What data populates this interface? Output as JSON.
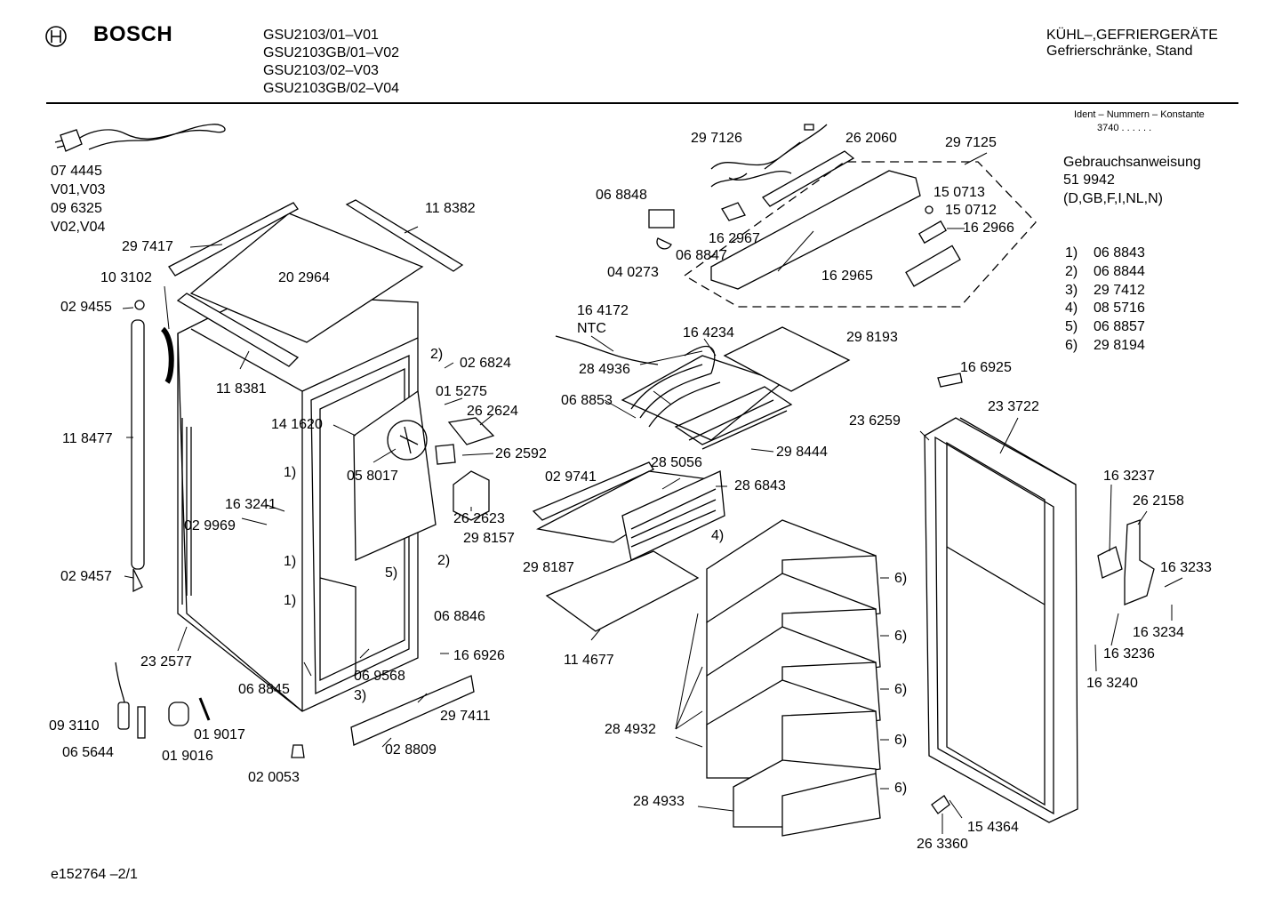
{
  "header": {
    "brand": "BOSCH",
    "models": [
      "GSU2103/01–V01",
      "GSU2103GB/01–V02",
      "GSU2103/02–V03",
      "GSU2103GB/02–V04"
    ],
    "category": "KÜHL–,GEFRIERGERÄTE",
    "subcategory": "Gefrierschränke, Stand"
  },
  "sidebar": {
    "ident_title": "Ident – Nummern – Konstante",
    "ident_value": "3740 . . . . . .",
    "manual_title": "Gebrauchsanweisung",
    "manual_number": "51 9942",
    "manual_languages": "(D,GB,F,I,NL,N)",
    "notes": [
      {
        "key": "1)",
        "value": "06 8843"
      },
      {
        "key": "2)",
        "value": "06 8844"
      },
      {
        "key": "3)",
        "value": "29 7412"
      },
      {
        "key": "4)",
        "value": "08 5716"
      },
      {
        "key": "5)",
        "value": "06 8857"
      },
      {
        "key": "6)",
        "value": "29 8194"
      }
    ]
  },
  "callouts": {
    "c074445": "07 4445",
    "v0103": "V01,V03",
    "c096325": "09 6325",
    "v0204": "V02,V04",
    "c297417": "29 7417",
    "c103102": "10 3102",
    "c029455": "02 9455",
    "c118477": "11 8477",
    "c029457": "02 9457",
    "c232577": "23 2577",
    "c093110": "09 3110",
    "c065644": "06 5644",
    "c019016": "01 9016",
    "c019017": "01 9017",
    "c020053": "02 0053",
    "c118382": "11 8382",
    "c202964": "20 2964",
    "c118381": "11 8381",
    "c141620": "14 1620",
    "c058017": "05 8017",
    "c163241": "16 3241",
    "c029969": "02 9969",
    "c068845": "06 8845",
    "c069568": "06 9568",
    "c297411": "29 7411",
    "c028809": "02 8809",
    "c026824": "02 6824",
    "c015275": "01 5275",
    "c262624": "26 2624",
    "c262592": "26 2592",
    "c262623": "26 2623",
    "c068846": "06 8846",
    "c166926": "16 6926",
    "c297126": "29 7126",
    "c262060": "26 2060",
    "c297125": "29 7125",
    "c068848": "06 8848",
    "c162967": "16 2967",
    "c068847": "06 8847",
    "c040273": "04 0273",
    "c150713": "15 0713",
    "c150712": "15 0712",
    "c162966": "16 2966",
    "c162965": "16 2965",
    "c164172": "16 4172",
    "ntc": "NTC",
    "c164234": "16 4234",
    "c298193": "29 8193",
    "c284936": "28 4936",
    "c068853": "06 8853",
    "c298444": "29 8444",
    "c285056": "28 5056",
    "c286843": "28 6843",
    "c029741": "02 9741",
    "c298157": "29 8157",
    "c298187": "29 8187",
    "c114677": "11 4677",
    "c284932": "28 4932",
    "c284933": "28 4933",
    "c166925": "16 6925",
    "c236259": "23 6259",
    "c233722": "23 3722",
    "c163237": "16 3237",
    "c262158": "26 2158",
    "c163233": "16 3233",
    "c163234": "16 3234",
    "c163236": "16 3236",
    "c163240": "16 3240",
    "c154364": "15 4364",
    "c263360": "26 3360",
    "n1": "1)",
    "n2": "2)",
    "n3": "3)",
    "n4": "4)",
    "n5": "5)",
    "n6": "6)"
  },
  "footer": {
    "code": "e152764  –2/1"
  }
}
